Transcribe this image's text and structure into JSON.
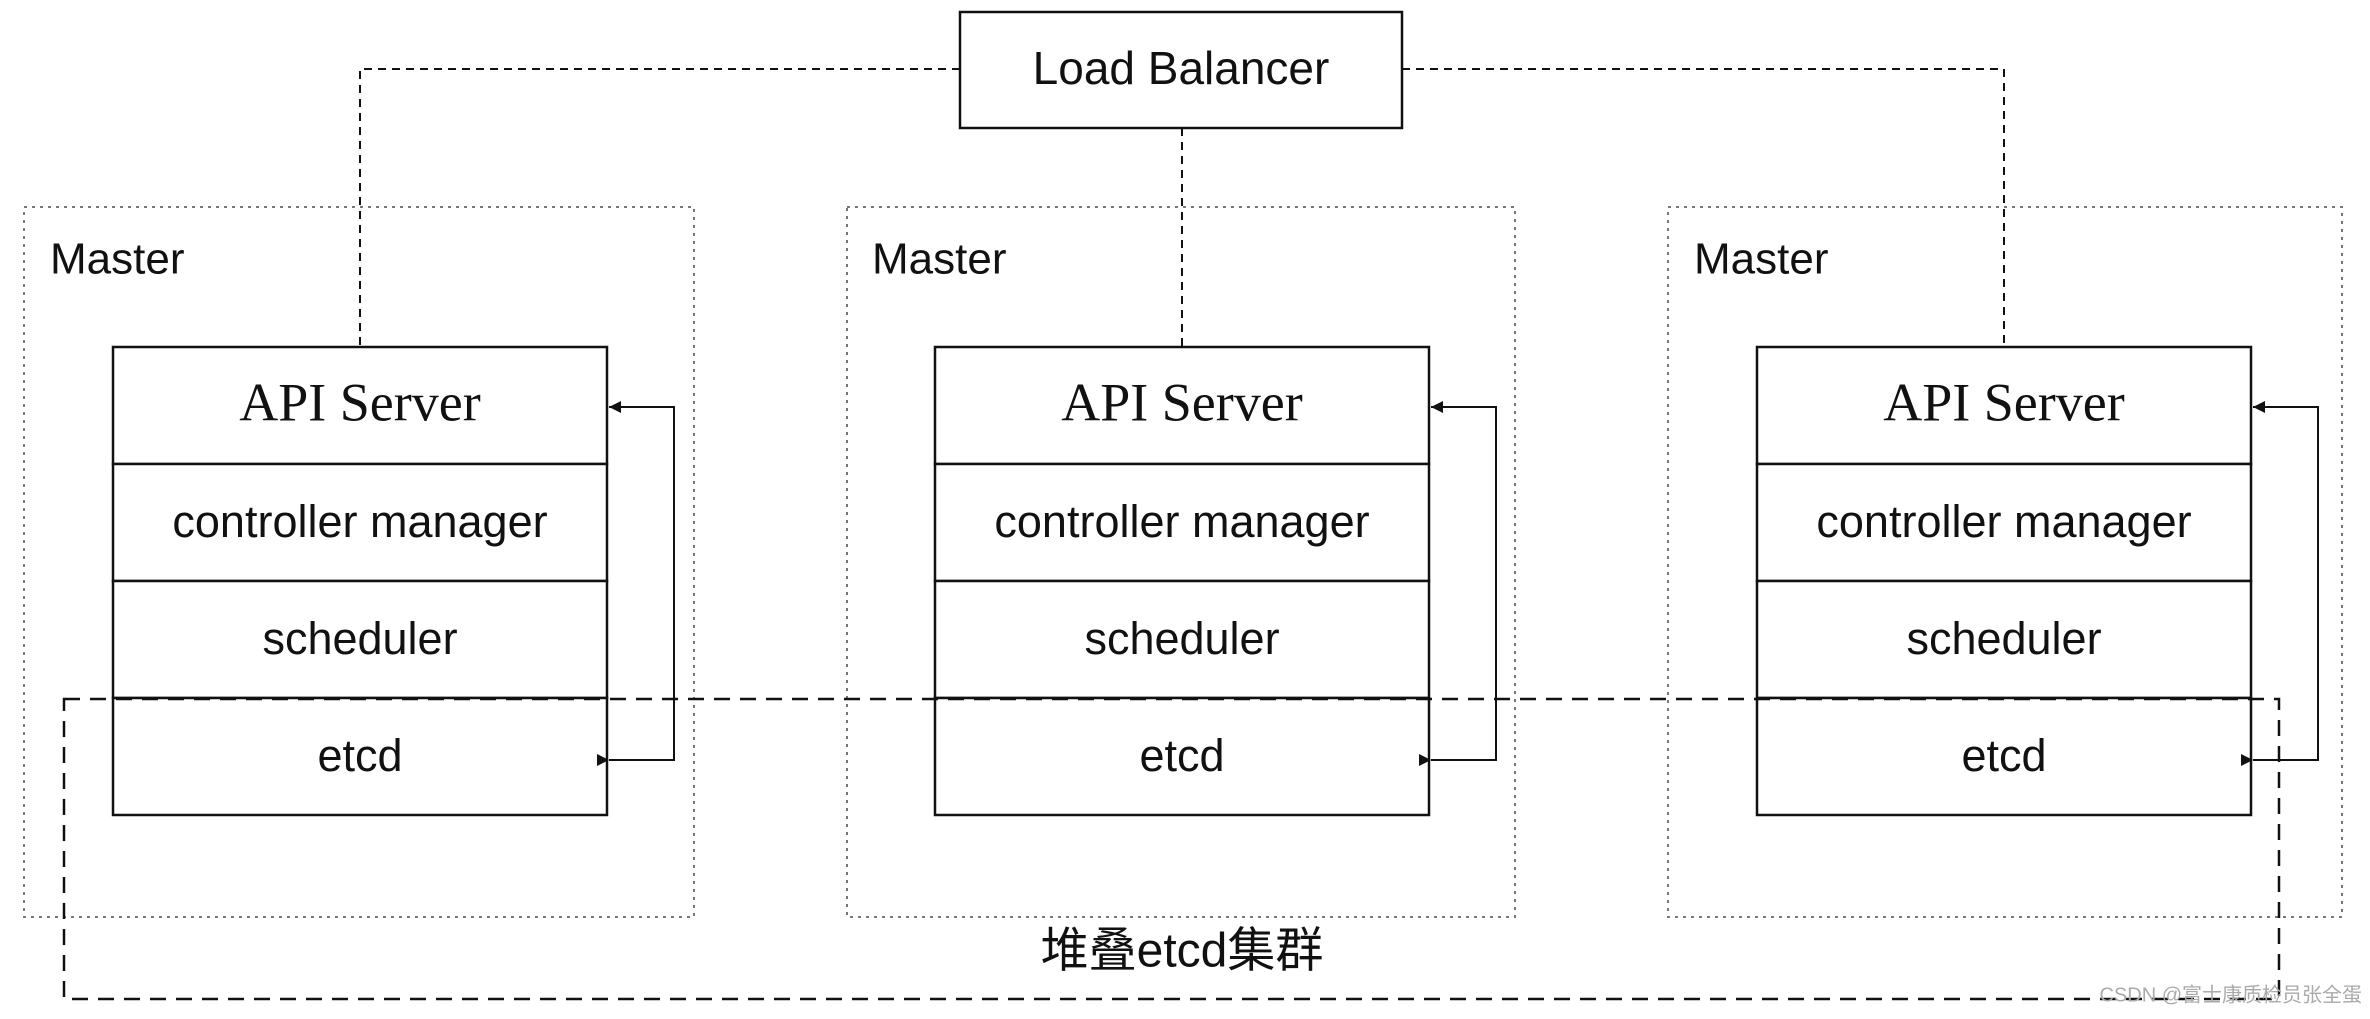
{
  "diagram": {
    "load_balancer": {
      "label": "Load Balancer"
    },
    "masters": [
      {
        "label": "Master",
        "components": [
          "API Server",
          "controller manager",
          "scheduler",
          "etcd"
        ]
      },
      {
        "label": "Master",
        "components": [
          "API Server",
          "controller manager",
          "scheduler",
          "etcd"
        ]
      },
      {
        "label": "Master",
        "components": [
          "API Server",
          "controller manager",
          "scheduler",
          "etcd"
        ]
      }
    ],
    "etcd_cluster": {
      "label": "堆叠etcd集群"
    }
  },
  "watermark": "CSDN @富士康质检员张全蛋"
}
